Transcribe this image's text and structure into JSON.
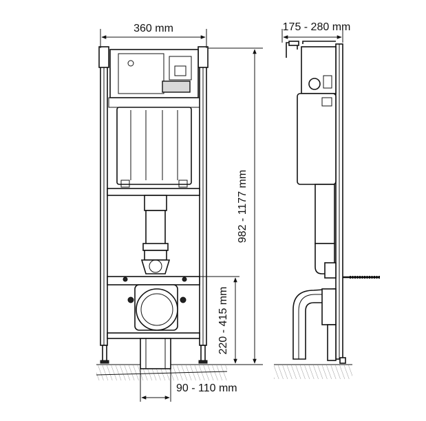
{
  "dimensions": {
    "frame_width": "360 mm",
    "depth": "175 - 280 mm",
    "height": "982 - 1177 mm",
    "outlet_height": "220 - 415 mm",
    "outlet_offset": "90 - 110 mm"
  },
  "colors": {
    "line": "#111111",
    "background": "#ffffff",
    "fill_grey": "#d9d9d9"
  }
}
